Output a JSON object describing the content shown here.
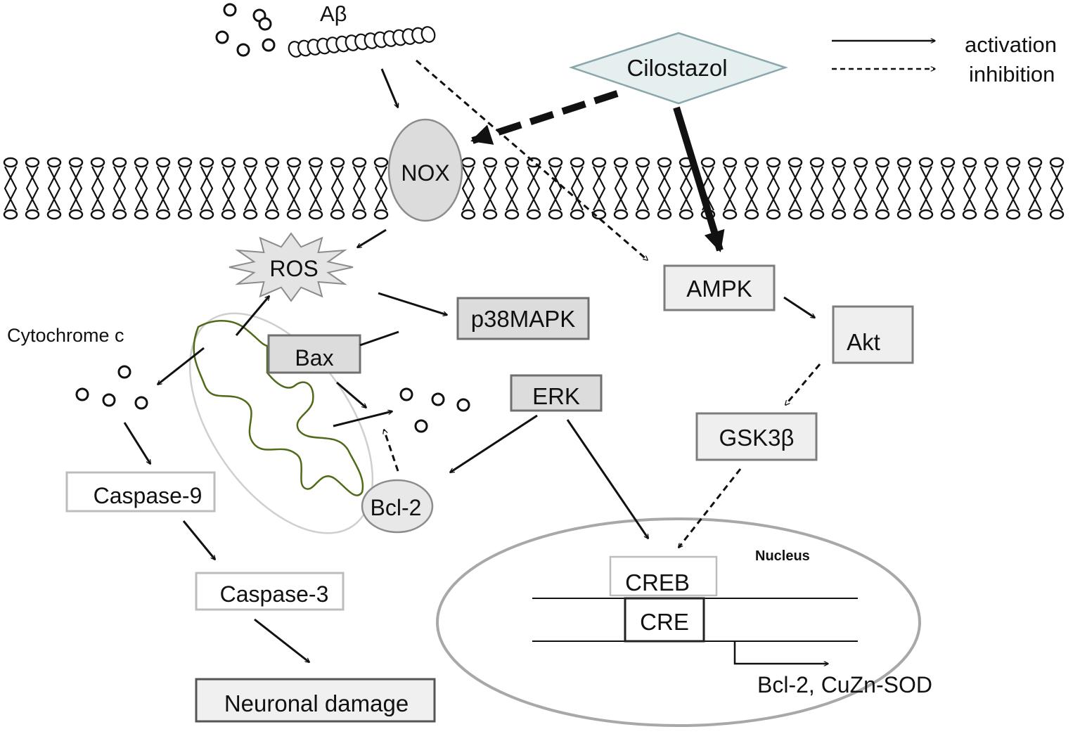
{
  "legend": {
    "activation": "activation",
    "inhibition": "inhibition"
  },
  "nodes": {
    "abeta": "Aβ",
    "cilostazol": "Cilostazol",
    "nox": "NOX",
    "ros": "ROS",
    "cytochrome_c": "Cytochrome c",
    "bax": "Bax",
    "p38mapk": "p38MAPK",
    "erk": "ERK",
    "bcl2": "Bcl-2",
    "caspase9": "Caspase-9",
    "caspase3": "Caspase-3",
    "neuronal_damage": "Neuronal damage",
    "ampk": "AMPK",
    "akt": "Akt",
    "gsk3b": "GSK3β",
    "nucleus": "Nucleus",
    "creb": "CREB",
    "cre": "CRE",
    "products": "Bcl-2, CuZn-SOD"
  },
  "colors": {
    "membrane": "#111111",
    "mitochondria_outline": "#4f6b1a",
    "box_fill": "#efefef",
    "box_dark": "#dcdcdc",
    "diamond_fill": "#e6efef",
    "diamond_stroke": "#8aa7ad"
  }
}
